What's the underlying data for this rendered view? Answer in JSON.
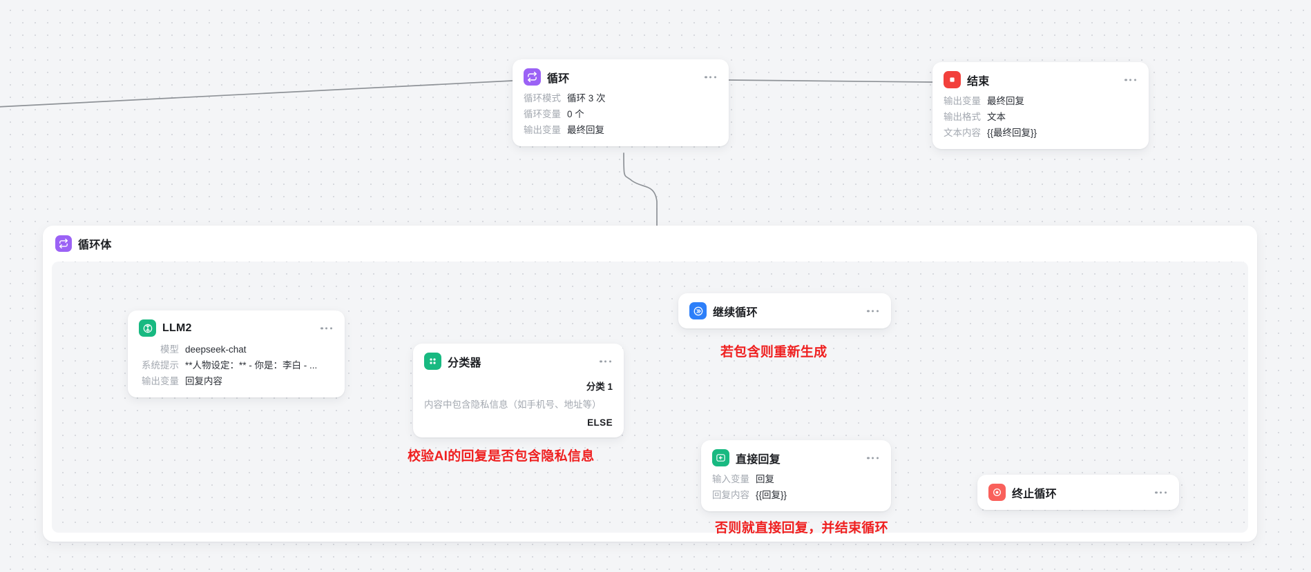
{
  "canvas": {
    "background_color": "#f4f5f7",
    "dot_color": "#d7d9de",
    "edge_color": "#8e9297"
  },
  "nodes": {
    "loop": {
      "title": "循环",
      "icon": "loop-icon",
      "icon_color": "#9b62f5",
      "menu": "more-options",
      "fields": [
        {
          "key": "循环模式",
          "value": "循环 3 次"
        },
        {
          "key": "循环变量",
          "value": "0 个"
        },
        {
          "key": "输出变量",
          "value": "最终回复"
        }
      ]
    },
    "end": {
      "title": "结束",
      "icon": "stop-icon",
      "icon_color": "#f2403c",
      "menu": "more-options",
      "fields": [
        {
          "key": "输出变量",
          "value": "最终回复"
        },
        {
          "key": "输出格式",
          "value": "文本"
        },
        {
          "key": "文本内容",
          "value": "{{最终回复}}"
        }
      ]
    },
    "loop_body": {
      "title": "循环体",
      "icon": "loop-icon",
      "icon_color": "#9b62f5"
    },
    "llm2": {
      "title": "LLM2",
      "icon": "brain-icon",
      "icon_color": "#18b981",
      "menu": "more-options",
      "fields": [
        {
          "key": "模型",
          "value": "deepseek-chat"
        },
        {
          "key": "系统提示",
          "value": "**人物设定：** - 你是：李白 - ..."
        },
        {
          "key": "输出变量",
          "value": "回复内容"
        }
      ]
    },
    "classifier": {
      "title": "分类器",
      "icon": "classifier-icon",
      "icon_color": "#18b981",
      "menu": "more-options",
      "branch_label": "分类 1",
      "branch_desc": "内容中包含隐私信息（如手机号、地址等）",
      "else_label": "ELSE"
    },
    "continue_loop": {
      "title": "继续循环",
      "icon": "continue-icon",
      "icon_color": "#2d7ff9",
      "menu": "more-options"
    },
    "direct_reply": {
      "title": "直接回复",
      "icon": "reply-icon",
      "icon_color": "#18b981",
      "menu": "more-options",
      "fields": [
        {
          "key": "输入变量",
          "value": "回复"
        },
        {
          "key": "回复内容",
          "value": "{{回复}}"
        }
      ]
    },
    "terminate_loop": {
      "title": "终止循环",
      "icon": "terminate-icon",
      "icon_color": "#f9605b",
      "menu": "more-options"
    }
  },
  "annotations": {
    "regenerate": "若包含则重新生成",
    "validate": "校验AI的回复是否包含隐私信息",
    "reply_end": "否则就直接回复，并结束循环",
    "color": "#ef2020"
  }
}
